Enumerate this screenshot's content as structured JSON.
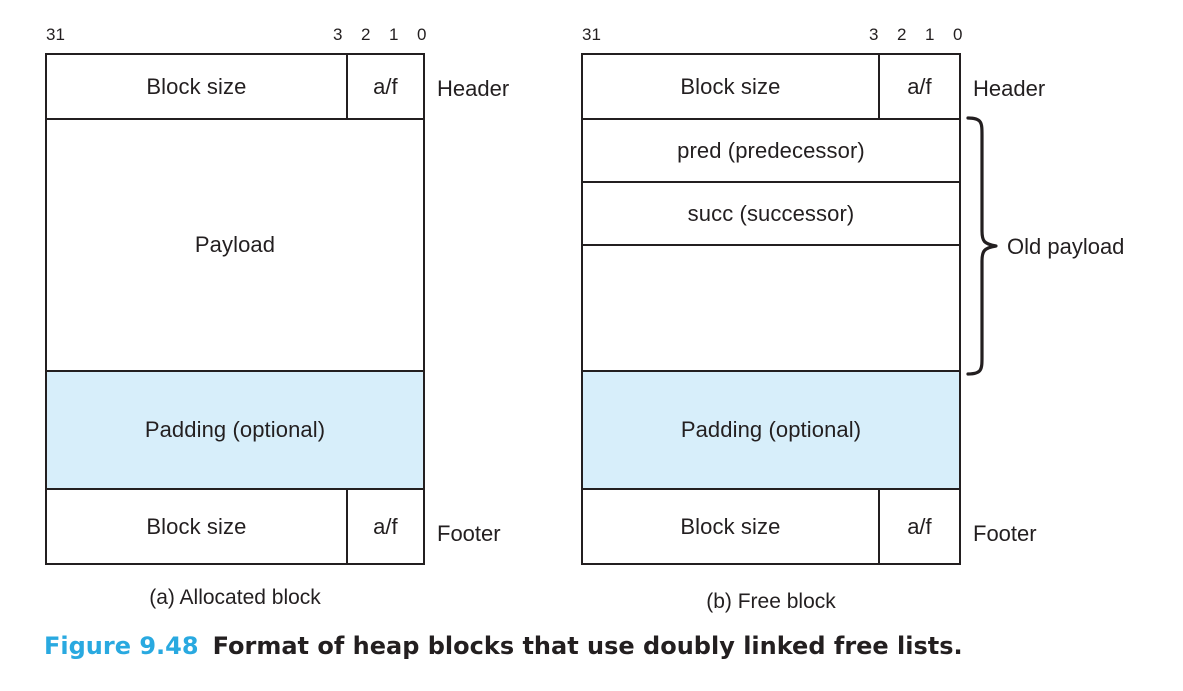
{
  "figure": {
    "number_label": "Figure 9.48",
    "caption_text": "Format of heap blocks that use doubly linked free lists.",
    "accent_color": "#29a9e0",
    "ink_color": "#231f20",
    "padding_fill_color": "#d7eefa"
  },
  "bit_ruler": {
    "msb": "31",
    "ticks": [
      "3",
      "2",
      "1",
      "0"
    ]
  },
  "diagrams": [
    {
      "id": "allocated-block",
      "sub_caption": "(a) Allocated block",
      "rows": [
        {
          "id": "header",
          "kind": "split",
          "main_label": "Block size",
          "af_label": "a/f",
          "side_label": "Header"
        },
        {
          "id": "payload",
          "kind": "full",
          "main_label": "Payload",
          "side_label": ""
        },
        {
          "id": "padding",
          "kind": "full",
          "fill": "padding",
          "main_label": "Padding (optional)",
          "side_label": ""
        },
        {
          "id": "footer",
          "kind": "split",
          "main_label": "Block size",
          "af_label": "a/f",
          "side_label": "Footer"
        }
      ]
    },
    {
      "id": "free-block",
      "sub_caption": "(b) Free block",
      "brace_label": "Old payload",
      "rows": [
        {
          "id": "header",
          "kind": "split",
          "main_label": "Block size",
          "af_label": "a/f",
          "side_label": "Header"
        },
        {
          "id": "pred",
          "kind": "full",
          "main_label": "pred (predecessor)",
          "side_label": ""
        },
        {
          "id": "succ",
          "kind": "full",
          "main_label": "succ (successor)",
          "side_label": ""
        },
        {
          "id": "old-payload-remainder",
          "kind": "full",
          "main_label": "",
          "side_label": ""
        },
        {
          "id": "padding",
          "kind": "full",
          "fill": "padding",
          "main_label": "Padding (optional)",
          "side_label": ""
        },
        {
          "id": "footer",
          "kind": "split",
          "main_label": "Block size",
          "af_label": "a/f",
          "side_label": "Footer"
        }
      ]
    }
  ]
}
